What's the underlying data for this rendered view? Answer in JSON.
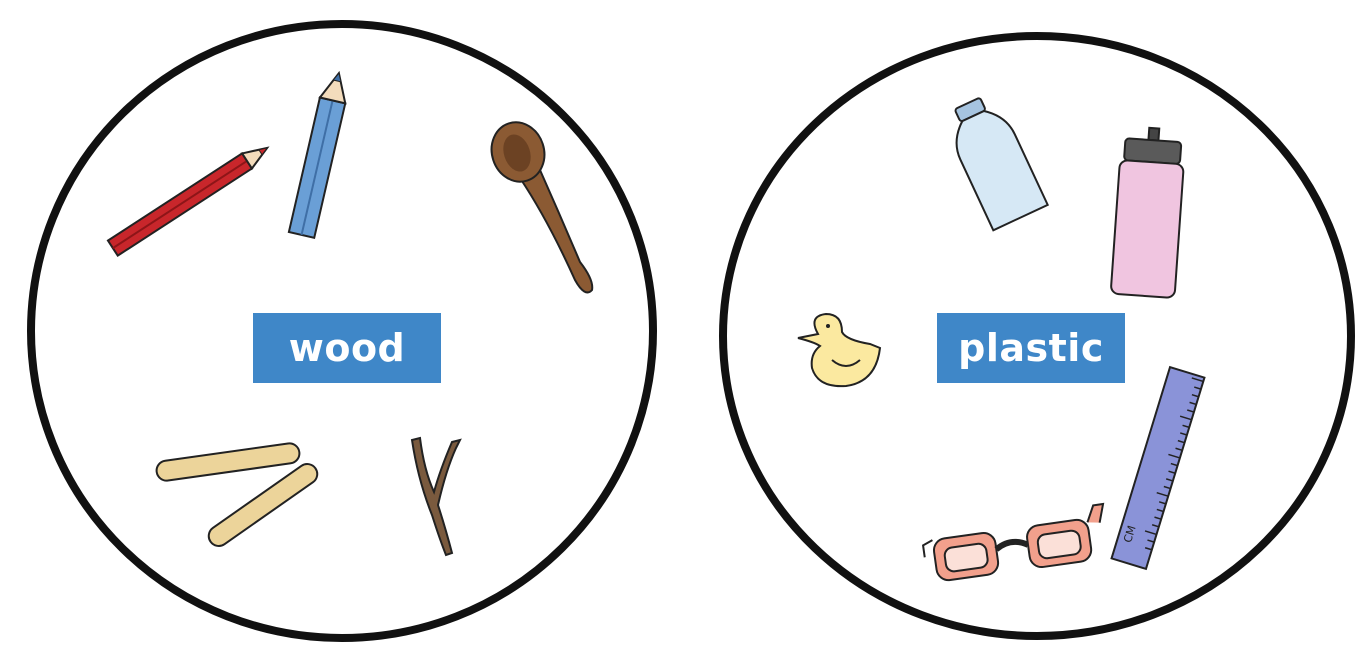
{
  "groups": [
    {
      "label": "wood",
      "items": [
        "red-pencil",
        "blue-pencil",
        "wooden-spoon",
        "craft-stick",
        "craft-stick",
        "twig"
      ]
    },
    {
      "label": "plastic",
      "items": [
        "water-bottle",
        "sports-bottle",
        "rubber-duck",
        "ruler",
        "sunglasses"
      ]
    }
  ],
  "ruler_marking": "CM",
  "colors": {
    "label_background": "#3f87c8",
    "label_text": "#ffffff",
    "circle_stroke": "#111111",
    "red_pencil": "#c8262b",
    "blue_pencil": "#6a9fd6",
    "spoon": "#8b5a33",
    "craft_stick": "#ecd49a",
    "twig": "#7a5a3e",
    "water_bottle": "#d6e8f5",
    "pink_bottle": "#f0c5e0",
    "duck": "#fbe9a0",
    "ruler": "#8a93d8",
    "sunglasses": "#f2a08c"
  }
}
